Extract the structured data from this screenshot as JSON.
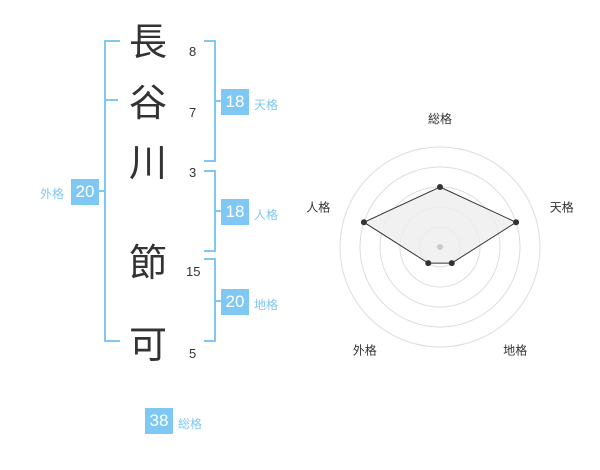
{
  "name": {
    "chars": [
      "長",
      "谷",
      "川",
      "節",
      "可"
    ],
    "strokes": [
      "8",
      "7",
      "3",
      "15",
      "5"
    ]
  },
  "fortune": {
    "tenkaku": {
      "label": "天格",
      "value": "18"
    },
    "jinkaku": {
      "label": "人格",
      "value": "18"
    },
    "chikaku": {
      "label": "地格",
      "value": "20"
    },
    "gaikaku": {
      "label": "外格",
      "value": "20"
    },
    "soukaku": {
      "label": "総格",
      "value": "38"
    }
  },
  "radar": {
    "axes": [
      "総格",
      "天格",
      "地格",
      "外格",
      "人格"
    ],
    "levels": 5,
    "values": [
      3,
      4,
      1,
      1,
      4
    ],
    "colors": {
      "grid": "#dddddd",
      "fill": "#eeeeee",
      "line": "#333333",
      "center": "#cccccc"
    }
  }
}
